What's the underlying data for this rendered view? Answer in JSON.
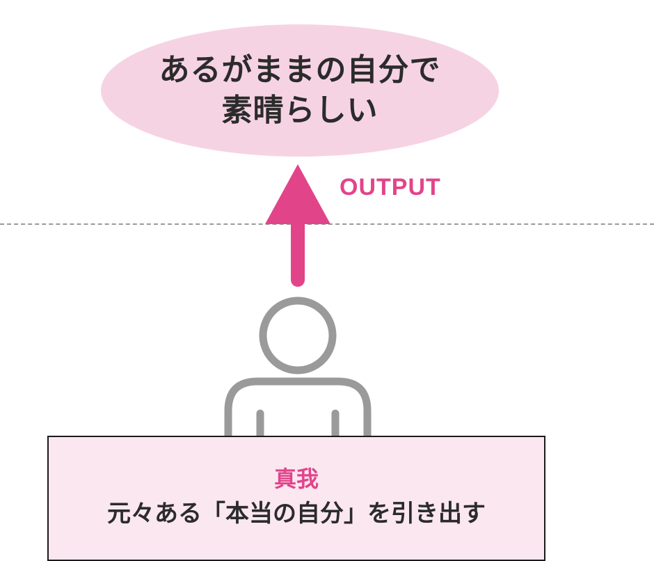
{
  "bubble": {
    "line1": "あるがままの自分で",
    "line2": "素晴らしい"
  },
  "arrow": {
    "label": "OUTPUT",
    "color": "#e2448a"
  },
  "person": {
    "icon": "person-icon",
    "color": "#9a9a9a"
  },
  "info_box": {
    "title": "真我",
    "description": "元々ある「本当の自分」を引き出す"
  },
  "colors": {
    "accent": "#e2448a",
    "bubble_fill": "#f6d3e3",
    "box_fill": "#fbe7f0",
    "divider": "#9a9a9a"
  }
}
